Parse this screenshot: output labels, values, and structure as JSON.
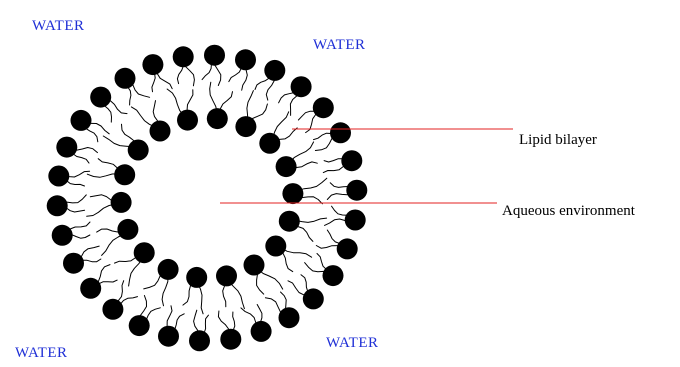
{
  "labels": {
    "water_top_left": "WATER",
    "water_top_right": "WATER",
    "water_bottom_left": "WATER",
    "water_bottom_right": "WATER",
    "lipid_bilayer": "Lipid bilayer",
    "aqueous_environment": "Aqueous environment"
  },
  "colors": {
    "water_text": "#1f2fd6",
    "pointer_line": "#e32020",
    "lipid": "#000000",
    "callout_text": "#000000"
  },
  "diagram": {
    "outer_leaflet_heads": 30,
    "inner_leaflet_heads": 18
  }
}
